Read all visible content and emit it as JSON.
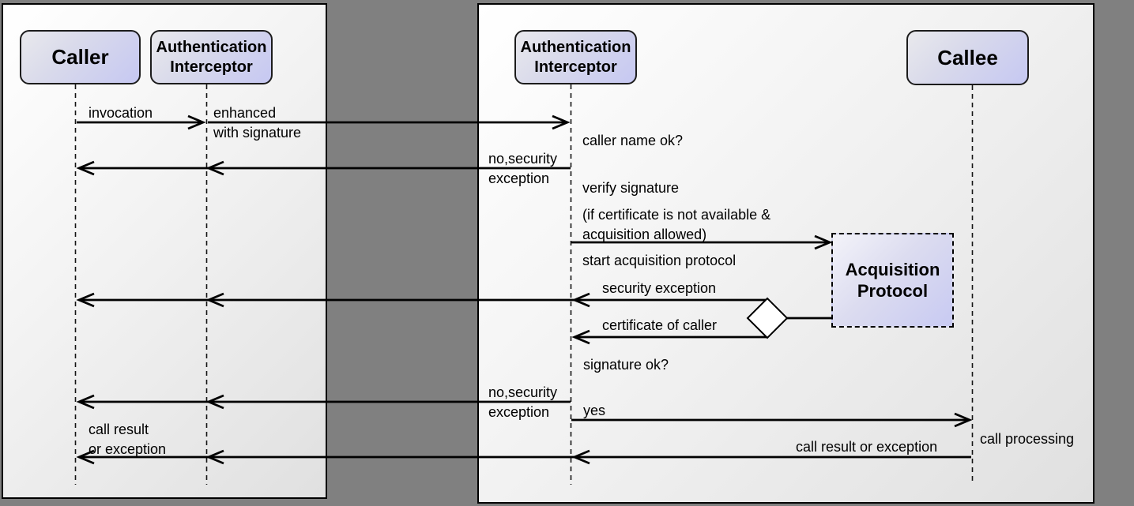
{
  "title": "Authentication interceptor sequence diagram",
  "colors": {
    "background": "#808080",
    "panel_gradient_start": "#ffffff",
    "panel_gradient_end": "#e0e0e0",
    "actor_gradient_start": "#e9e9ec",
    "actor_gradient_end": "#c6c8f2",
    "line": "#000000",
    "diamond_fill": "#ffffff"
  },
  "actors": {
    "caller": {
      "label": "Caller"
    },
    "interceptor_left": {
      "label": "Authentication\nInterceptor"
    },
    "interceptor_right": {
      "label": "Authentication\nInterceptor"
    },
    "callee": {
      "label": "Callee"
    },
    "acquisition_protocol": {
      "label": "Acquisition\nProtocol"
    }
  },
  "messages": {
    "invocation": "invocation",
    "enhanced_with_signature": "enhanced\nwith signature",
    "caller_name_ok": "caller name ok?",
    "no_security_exception_1": "no,security\nexception",
    "verify_signature": "verify signature",
    "certificate_condition": "(if certificate is not available &\nacquisition allowed)",
    "start_acquisition_protocol": "start acquisition protocol",
    "security_exception": "security exception",
    "certificate_of_caller": "certificate of caller",
    "signature_ok": "signature ok?",
    "no_security_exception_2": "no,security\nexception",
    "yes": "yes",
    "call_result_or_exception": "call result or exception",
    "call_processing": "call processing",
    "call_result_left": "call result\nor exception"
  }
}
